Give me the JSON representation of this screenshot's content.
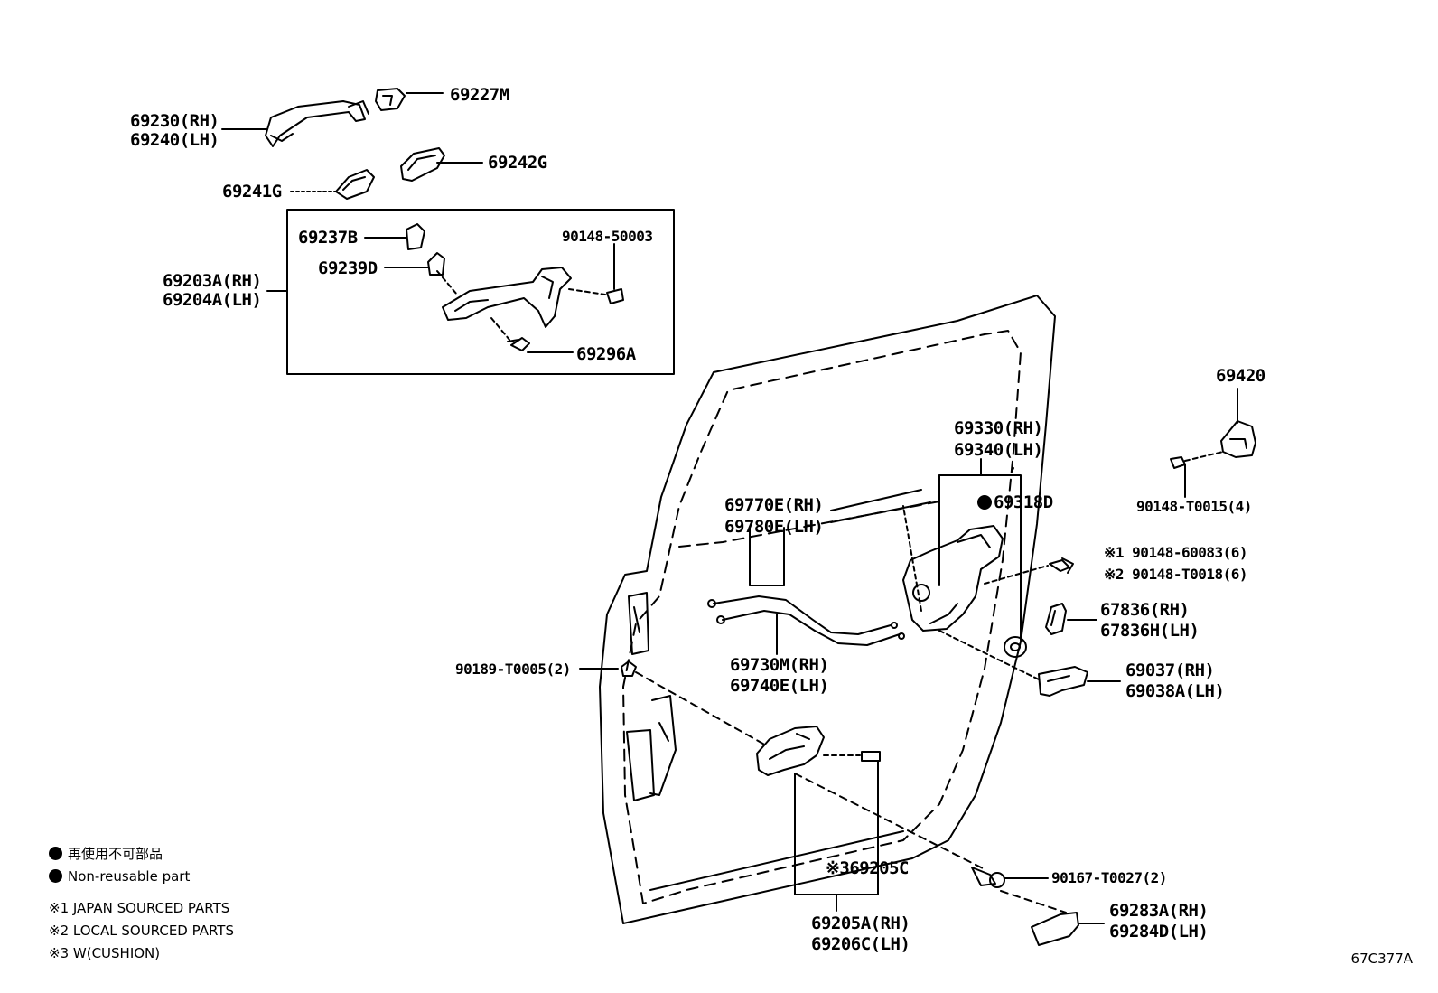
{
  "labels": {
    "p69227M": "69227M",
    "p69230": [
      "69230(RH)",
      "69240(LH)"
    ],
    "p69242G": "69242G",
    "p69241G": "69241G",
    "p69237B": "69237B",
    "p90148_50003": "90148-50003",
    "p69239D": "69239D",
    "p69203A": [
      "69203A(RH)",
      "69204A(LH)"
    ],
    "p69296A": "69296A",
    "p69420": "69420",
    "p69330": [
      "69330(RH)",
      "69340(LH)"
    ],
    "p69318D": "69318D",
    "p90148_T0015": "90148-T0015(4)",
    "p69770E": [
      "69770E(RH)",
      "69780E(LH)"
    ],
    "p90148_60083": [
      "※1 90148-60083(6)",
      "※2 90148-T0018(6)"
    ],
    "p67836": [
      "67836(RH)",
      "67836H(LH)"
    ],
    "p69730M": [
      "69730M(RH)",
      "69740E(LH)"
    ],
    "p90189": "90189-T0005(2)",
    "p69037": [
      "69037(RH)",
      "69038A(LH)"
    ],
    "p69205C": "※369205C",
    "p90167": "90167-T0027(2)",
    "p69283A": [
      "69283A(RH)",
      "69284D(LH)"
    ],
    "p69205A": [
      "69205A(RH)",
      "69206C(LH)"
    ]
  },
  "legend": {
    "jp_non_reusable": "再使用不可部品",
    "non_reusable": "Non-reusable part",
    "note1": "※1  JAPAN SOURCED PARTS",
    "note2": "※2  LOCAL SOURCED PARTS",
    "note3": "※3 W(CUSHION)"
  },
  "figure_ref": "67C377A"
}
